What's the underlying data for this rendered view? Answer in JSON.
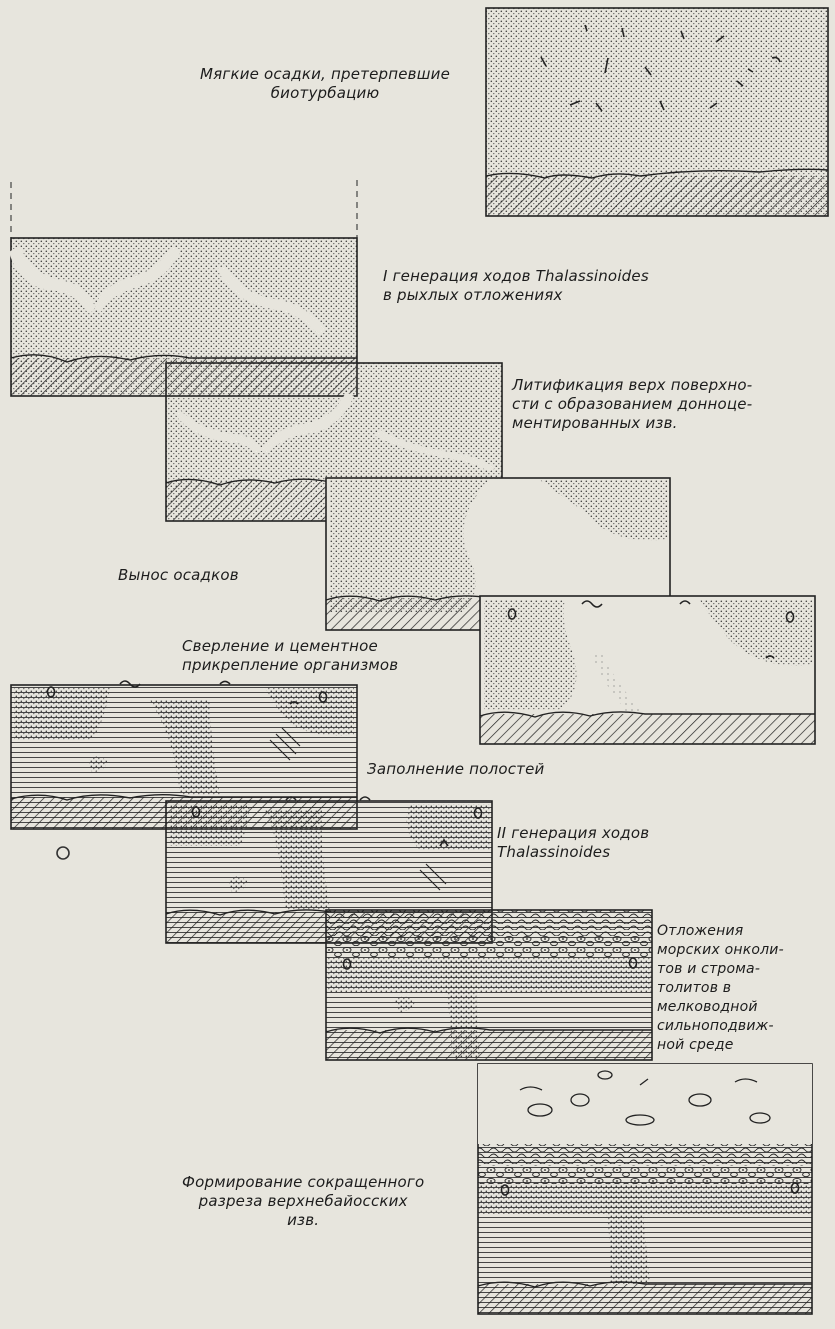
{
  "captions": [
    {
      "id": "soft",
      "lines": [
        "Мягкие осадки, претерпевшие",
        "биотурбацию"
      ]
    },
    {
      "id": "gen1",
      "lines": [
        "I   генерация  ходов  Thalassinoides",
        "в  рыхлых   отложениях"
      ]
    },
    {
      "id": "lith",
      "lines": [
        "Литификация  верх поверхно-",
        "сти с образованием донноце-",
        "ментированных  изв."
      ]
    },
    {
      "id": "removal",
      "lines": [
        "Вынос осадков"
      ]
    },
    {
      "id": "boring",
      "lines": [
        "Сверление  и  цементное",
        "прикрепление  организмов"
      ]
    },
    {
      "id": "filling",
      "lines": [
        "Заполнение  полостей"
      ]
    },
    {
      "id": "gen2",
      "lines": [
        "II  генерация  ходов",
        "Thalassinoides"
      ]
    },
    {
      "id": "oncolites",
      "lines": [
        "Отложения",
        "морских онколи-",
        "тов и строма-",
        "толитов в",
        "мелководной",
        "сильноподвиж-",
        "ной среде"
      ]
    },
    {
      "id": "final",
      "lines": [
        "Формирование сокращенного",
        "разреза верхнебайосских",
        "изв."
      ]
    }
  ],
  "panel_stages": [
    "soft-sediment",
    "gen1-burrows",
    "lithification",
    "sediment-removal",
    "boring-encrustation",
    "cavity-filling",
    "gen2-burrows",
    "oncolite-deposit",
    "condensed-section"
  ],
  "colors": {
    "paper": "#e7e5dd",
    "ink": "#1b1b1b"
  }
}
